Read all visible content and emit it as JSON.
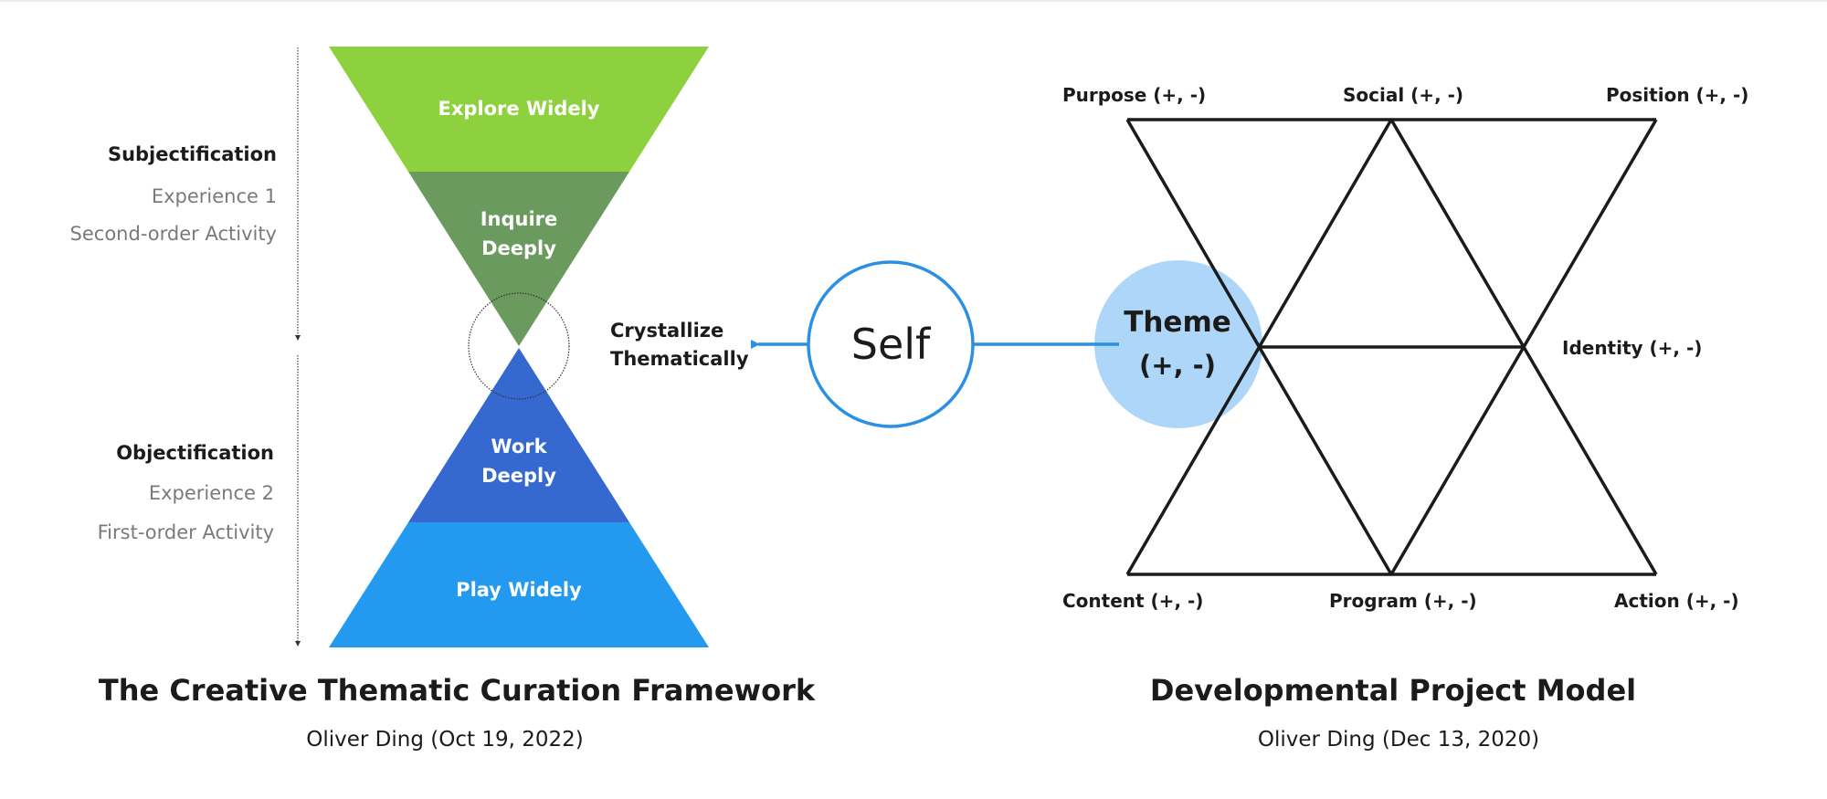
{
  "left_diagram": {
    "title": "The Creative Thematic Curation Framework",
    "subtitle": "Oliver Ding (Oct 19, 2022)",
    "upper_side": {
      "heading": "Subjectification",
      "line1": "Experience 1",
      "line2": "Second-order Activity"
    },
    "lower_side": {
      "heading": "Objectification",
      "line1": "Experience 2",
      "line2": "First-order Activity"
    },
    "bands": [
      {
        "label_line1": "Explore Widely",
        "label_line2": "",
        "color": "#8DD13F"
      },
      {
        "label_line1": "Inquire",
        "label_line2": "Deeply",
        "color": "#6A9A5E"
      },
      {
        "label_line1": "Work",
        "label_line2": "Deeply",
        "color": "#3569CF"
      },
      {
        "label_line1": "Play Widely",
        "label_line2": "",
        "color": "#2399F0"
      }
    ],
    "crystallize_label": {
      "line1": "Crystallize",
      "line2": "Thematically"
    }
  },
  "center": {
    "self_label": "Self",
    "self_stroke_color": "#2B8FE3",
    "connector_color": "#2B8FE3"
  },
  "right_diagram": {
    "title": "Developmental Project Model",
    "subtitle": "Oliver Ding (Dec 13, 2020)",
    "theme": {
      "line1": "Theme",
      "line2": "(+, -)",
      "fill_color": "#ADD6F8"
    },
    "vertex_labels": {
      "purpose": "Purpose (+, -)",
      "social": "Social (+, -)",
      "position": "Position (+, -)",
      "identity": "Identity (+, -)",
      "content": "Content (+, -)",
      "program": "Program (+, -)",
      "action": "Action (+, -)"
    },
    "line_color": "#1b1b1b"
  }
}
